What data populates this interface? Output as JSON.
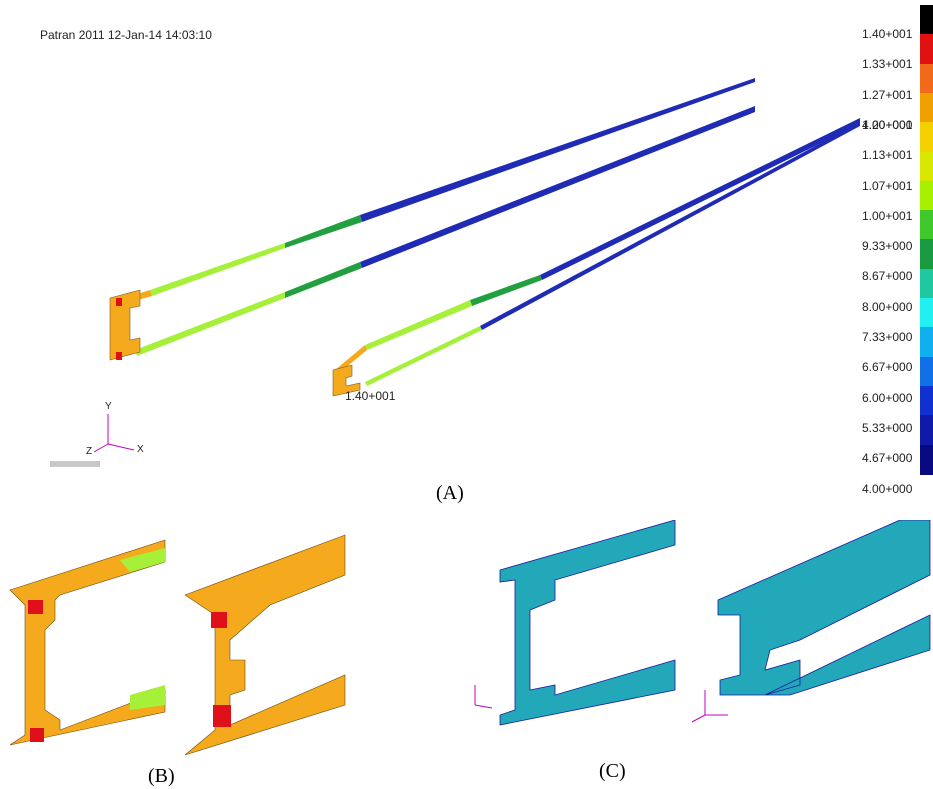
{
  "header": {
    "text": "Patran 2011 12-Jan-14 14:03:10"
  },
  "legend": {
    "labels": [
      "1.40+001",
      "1.33+001",
      "1.27+001",
      "1.20+001",
      "1.13+001",
      "1.07+001",
      "1.00+001",
      "9.33+000",
      "8.67+000",
      "8.00+000",
      "7.33+000",
      "6.67+000",
      "6.00+000",
      "5.33+000",
      "4.67+000",
      "4.00+000"
    ],
    "overlap_label": "4.00+000",
    "colors": [
      "#000000",
      "#e01010",
      "#f06a1a",
      "#f0a000",
      "#f5d000",
      "#d8e800",
      "#a6f000",
      "#3ec82a",
      "#1a9a40",
      "#20c8a0",
      "#20f0f0",
      "#10b0f0",
      "#1070e8",
      "#1030d0",
      "#101aa8",
      "#0a0a80"
    ]
  },
  "annotation": {
    "min_value": "1.40+001"
  },
  "triad": {
    "x": "X",
    "y": "Y",
    "z": "Z"
  },
  "captions": {
    "a": "(A)",
    "b": "(B)",
    "c": "(C)"
  },
  "colors": {
    "orange": "#f5a91c",
    "green_light": "#a6f03a",
    "green_dark": "#22a040",
    "blue": "#1f2bb5",
    "red": "#e0101a",
    "mesh_fill": "#22a8b8",
    "mesh_line": "#1a1aa0",
    "triad": "#c000c0"
  }
}
